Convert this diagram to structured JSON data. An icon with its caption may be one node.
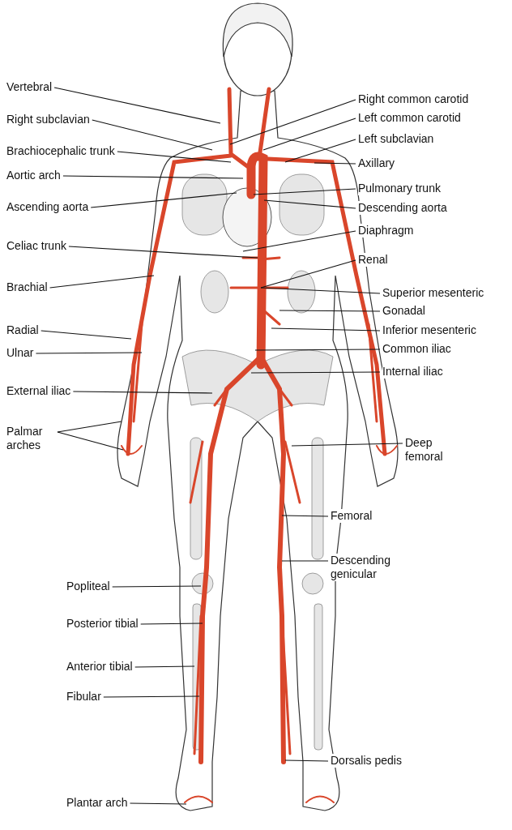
{
  "diagram": {
    "nodes": [
      {
        "text": [
          "Vertebral"
        ]
      },
      {
        "text": [
          "Right subclavian"
        ]
      },
      {
        "text": [
          "Brachiocephalic trunk"
        ]
      },
      {
        "text": [
          "Aortic arch"
        ]
      },
      {
        "text": [
          "Ascending aorta"
        ]
      },
      {
        "text": [
          "Celiac trunk"
        ]
      },
      {
        "text": [
          "Brachial"
        ]
      },
      {
        "text": [
          "Radial"
        ]
      },
      {
        "text": [
          "Ulnar"
        ]
      },
      {
        "text": [
          "External iliac"
        ]
      },
      {
        "text": [
          "Palmar arches"
        ]
      },
      {
        "text": [
          "Popliteal"
        ]
      },
      {
        "text": [
          "Posterior tibial"
        ]
      },
      {
        "text": [
          "Anterior tibial"
        ]
      },
      {
        "text": [
          "Fibular"
        ]
      },
      {
        "text": [
          "Plantar arch"
        ]
      },
      {
        "text": [
          "Right common carotid"
        ]
      },
      {
        "text": [
          "Left common carotid"
        ]
      },
      {
        "text": [
          "Left subclavian"
        ]
      },
      {
        "text": [
          "Axillary"
        ]
      },
      {
        "text": [
          "Pulmonary trunk"
        ]
      },
      {
        "text": [
          "Descending aorta"
        ]
      },
      {
        "text": [
          "Diaphragm"
        ]
      },
      {
        "text": [
          "Renal"
        ]
      },
      {
        "text": [
          "Superior mesenteric"
        ]
      },
      {
        "text": [
          "Gonadal"
        ]
      },
      {
        "text": [
          "Inferior mesenteric"
        ]
      },
      {
        "text": [
          "Common iliac"
        ]
      },
      {
        "text": [
          "Internal iliac"
        ]
      },
      {
        "text": [
          "Deep femoral"
        ]
      },
      {
        "text": [
          "Femoral"
        ]
      },
      {
        "text": [
          "Descending genicular"
        ]
      },
      {
        "text": [
          "Dorsalis pedis"
        ]
      }
    ],
    "edges": [
      {
        "from": 0,
        "to": null,
        "arrow": "none"
      },
      {
        "from": 1,
        "to": null,
        "arrow": "none"
      },
      {
        "from": 2,
        "to": null,
        "arrow": "none"
      },
      {
        "from": 3,
        "to": null,
        "arrow": "none"
      },
      {
        "from": 4,
        "to": null,
        "arrow": "none"
      },
      {
        "from": 5,
        "to": null,
        "arrow": "none"
      },
      {
        "from": 6,
        "to": null,
        "arrow": "none"
      },
      {
        "from": 7,
        "to": null,
        "arrow": "none"
      },
      {
        "from": 8,
        "to": null,
        "arrow": "none"
      },
      {
        "from": 9,
        "to": null,
        "arrow": "none"
      },
      {
        "from": 10,
        "to": null,
        "arrow": "none"
      },
      {
        "from": 10,
        "to": null,
        "arrow": "none"
      },
      {
        "from": 11,
        "to": null,
        "arrow": "none"
      },
      {
        "from": 12,
        "to": null,
        "arrow": "none"
      },
      {
        "from": 13,
        "to": null,
        "arrow": "none"
      },
      {
        "from": 14,
        "to": null,
        "arrow": "none"
      },
      {
        "from": 15,
        "to": null,
        "arrow": "none"
      },
      {
        "from": 16,
        "to": null,
        "arrow": "none"
      },
      {
        "from": 17,
        "to": null,
        "arrow": "none"
      },
      {
        "from": 18,
        "to": null,
        "arrow": "none"
      },
      {
        "from": 19,
        "to": null,
        "arrow": "none"
      },
      {
        "from": 20,
        "to": null,
        "arrow": "none"
      },
      {
        "from": 21,
        "to": null,
        "arrow": "none"
      },
      {
        "from": 22,
        "to": null,
        "arrow": "none"
      },
      {
        "from": 23,
        "to": null,
        "arrow": "none"
      },
      {
        "from": 24,
        "to": null,
        "arrow": "none"
      },
      {
        "from": 25,
        "to": null,
        "arrow": "none"
      },
      {
        "from": 26,
        "to": null,
        "arrow": "none"
      },
      {
        "from": 27,
        "to": null,
        "arrow": "none"
      },
      {
        "from": 28,
        "to": null,
        "arrow": "none"
      },
      {
        "from": 29,
        "to": null,
        "arrow": "none"
      },
      {
        "from": 30,
        "to": null,
        "arrow": "none"
      },
      {
        "from": 31,
        "to": null,
        "arrow": "none"
      },
      {
        "from": 32,
        "to": null,
        "arrow": "none"
      }
    ]
  }
}
